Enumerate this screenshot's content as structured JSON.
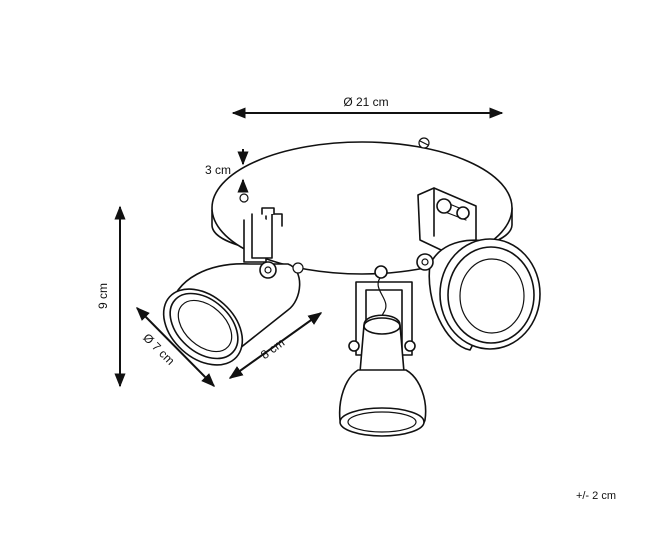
{
  "dimensions": {
    "diameter": "Ø 21 cm",
    "base_height": "3 cm",
    "height": "9 cm",
    "lamp_diameter": "Ø 7 cm",
    "arm_length": "8 cm"
  },
  "tolerance": "+/- 2 cm"
}
